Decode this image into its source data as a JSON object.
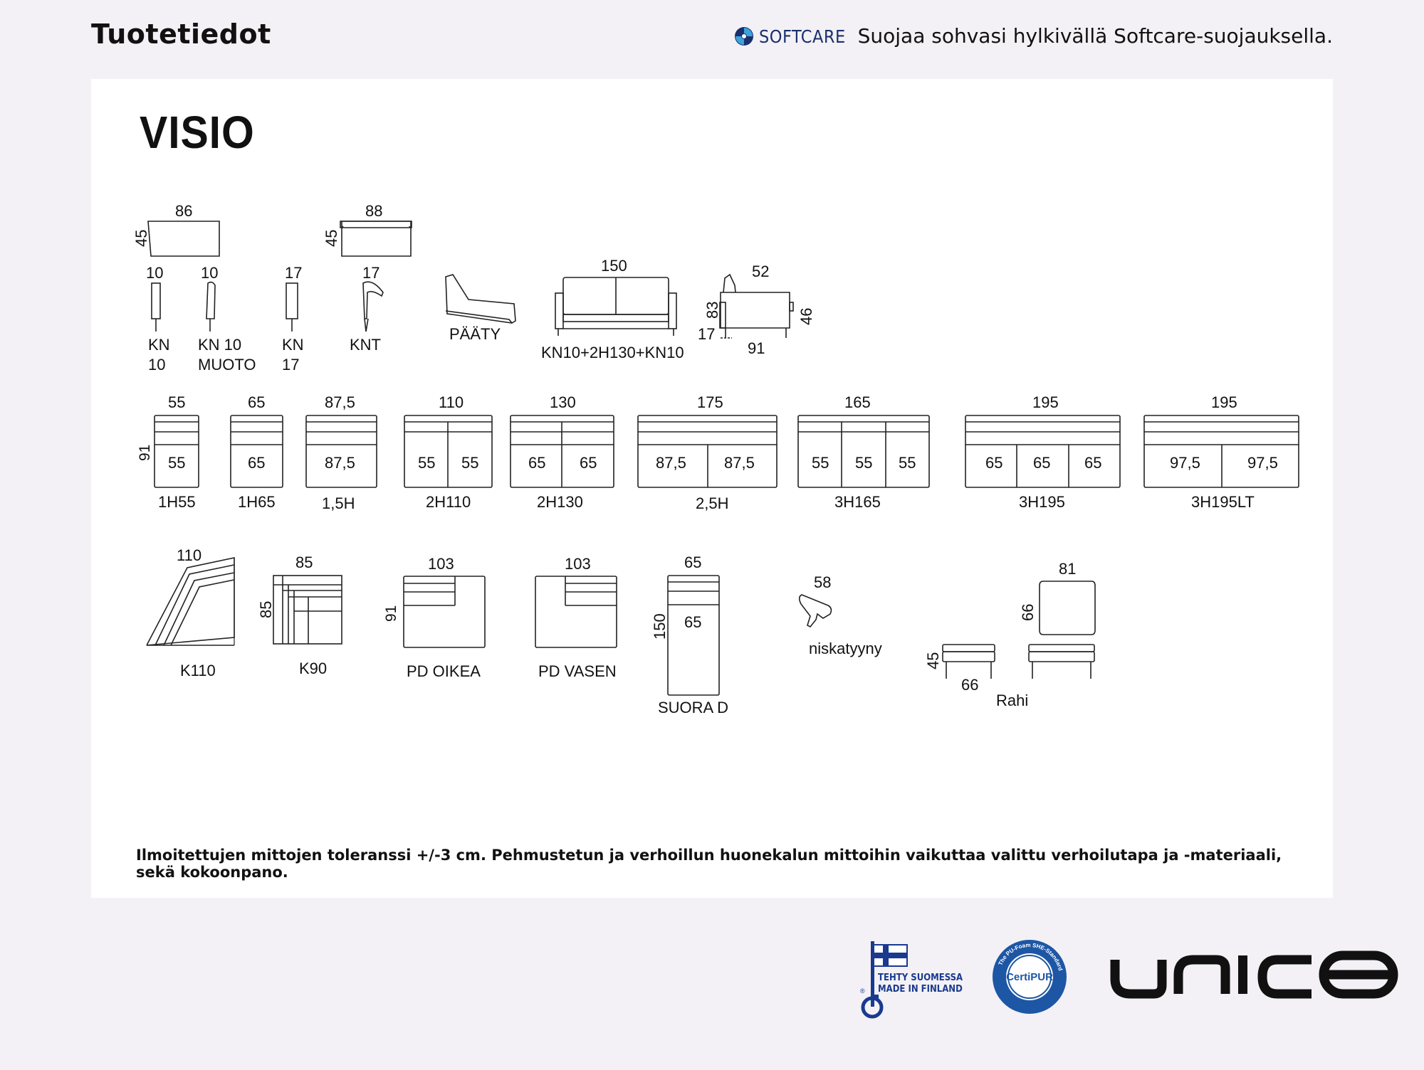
{
  "header": {
    "title": "Tuotetiedot",
    "softcare_wordmark": "SOFTCARE",
    "tagline": "Suojaa sohvasi hylkivällä Softcare-suojauksella."
  },
  "product": {
    "name": "VISIO"
  },
  "armrests": {
    "seat1_width": "86",
    "seat1_height": "45",
    "seat2_width": "88",
    "seat2_height": "45",
    "kn10_dim": "10",
    "kn10muoto_dim": "10",
    "kn17_dim": "17",
    "knt_dim": "17",
    "kn10_label_1": "KN",
    "kn10_label_2": "10",
    "kn10muoto_label_1": "KN 10",
    "kn10muoto_label_2": "MUOTO",
    "kn17_label_1": "KN",
    "kn17_label_2": "17",
    "knt_label": "KNT",
    "paaty_label": "PÄÄTY"
  },
  "sofa": {
    "front_width": "150",
    "front_label": "KN10+2H130+KN10",
    "side_depth_top": "52",
    "side_height": "83",
    "side_seat_height": "46",
    "side_leg": "17",
    "side_depth": "91"
  },
  "modules": [
    {
      "top": "55",
      "seats": [
        "55"
      ],
      "label": "1H55"
    },
    {
      "top": "65",
      "seats": [
        "65"
      ],
      "label": "1H65"
    },
    {
      "top": "87,5",
      "seats": [
        "87,5"
      ],
      "label": "1,5H"
    },
    {
      "top": "110",
      "seats": [
        "55",
        "55"
      ],
      "label": "2H110"
    },
    {
      "top": "130",
      "seats": [
        "65",
        "65"
      ],
      "label": "2H130"
    },
    {
      "top": "175",
      "seats": [
        "87,5",
        "87,5"
      ],
      "label": "2,5H"
    },
    {
      "top": "165",
      "seats": [
        "55",
        "55",
        "55"
      ],
      "label": "3H165"
    },
    {
      "top": "195",
      "seats": [
        "65",
        "65",
        "65"
      ],
      "label": "3H195"
    },
    {
      "top": "195",
      "seats": [
        "97,5",
        "97,5"
      ],
      "label": "3H195LT"
    }
  ],
  "modules_depth": "91",
  "corners": {
    "k110_dim": "110",
    "k110_label": "K110",
    "k90_width": "85",
    "k90_height": "85",
    "k90_label": "K90",
    "pd_oikea_width": "103",
    "pd_oikea_depth": "91",
    "pd_oikea_label": "PD OIKEA",
    "pd_vasen_width": "103",
    "pd_vasen_label": "PD VASEN",
    "suora_width": "65",
    "suora_length": "150",
    "suora_seat": "65",
    "suora_label": "SUORA D",
    "neck_dim": "58",
    "neck_label": "niskatyyny",
    "rahi_width": "81",
    "rahi_depth": "66",
    "rahi_height": "45",
    "rahi_side": "66",
    "rahi_label": "Rahi"
  },
  "disclaimer": "Ilmoitettujen mittojen toleranssi +/-3 cm. Pehmustetun ja verhoillun huonekalun mittoihin vaikuttaa valittu verhoilutapa ja -materiaali, sekä kokoonpano.",
  "footer": {
    "finland_line1": "TEHTY SUOMESSA",
    "finland_line2": "MADE IN FINLAND",
    "certipur_text": "CertiPUR",
    "certipur_ring": "The PU-Foam SHE-Standard",
    "brand": "unico"
  },
  "colors": {
    "background": "#f3f1f5",
    "card": "#ffffff",
    "softcare_blue": "#1b2f6e",
    "finland_blue": "#1a3a8f",
    "certipur_blue": "#1d56a5"
  }
}
